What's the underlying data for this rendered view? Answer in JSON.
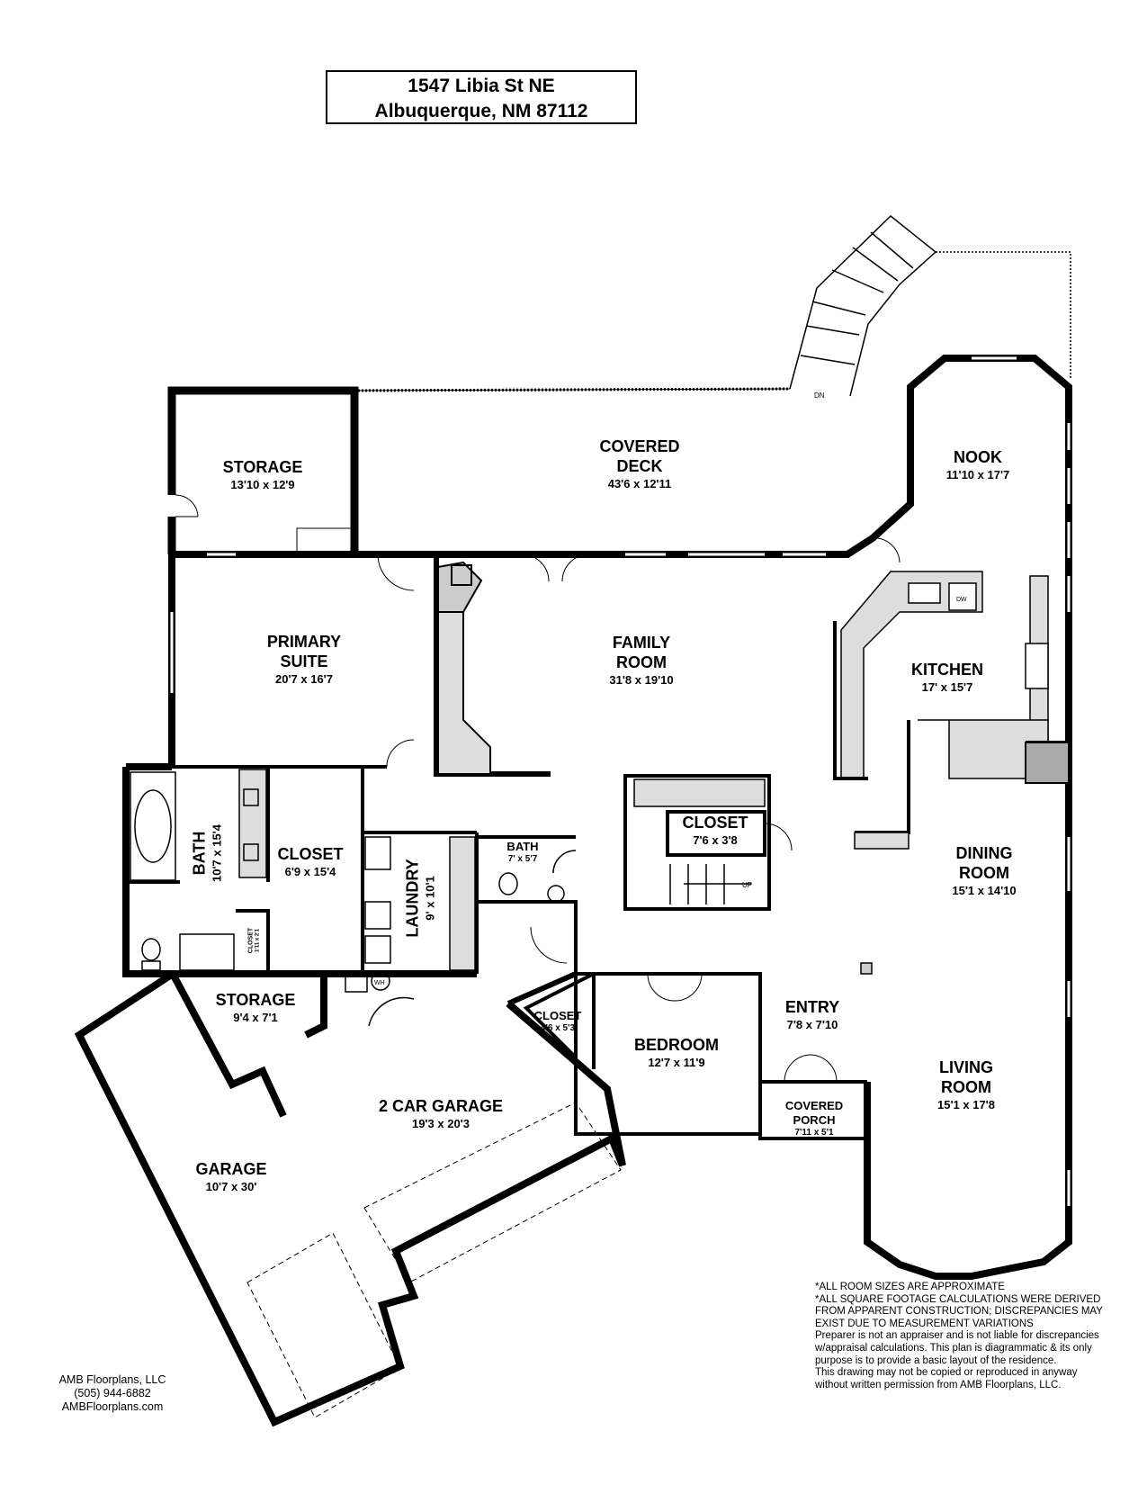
{
  "header": {
    "address_line1": "1547 Libia St NE",
    "address_line2": "Albuquerque, NM 87112"
  },
  "rooms": {
    "storage_upper": {
      "name": "STORAGE",
      "dims": "13'10 x 12'9"
    },
    "covered_deck": {
      "name_line1": "COVERED",
      "name_line2": "DECK",
      "dims": "43'6 x 12'11"
    },
    "nook": {
      "name": "NOOK",
      "dims": "11'10 x 17'7"
    },
    "primary_suite": {
      "name_line1": "PRIMARY",
      "name_line2": "SUITE",
      "dims": "20'7 x 16'7"
    },
    "family_room": {
      "name_line1": "FAMILY",
      "name_line2": "ROOM",
      "dims": "31'8 x 19'10"
    },
    "kitchen": {
      "name": "KITCHEN",
      "dims": "17' x 15'7"
    },
    "bath_primary": {
      "name": "BATH",
      "dims": "10'7 x 15'4"
    },
    "closet_primary": {
      "name": "CLOSET",
      "dims": "6'9 x 15'4"
    },
    "closet_small": {
      "name": "CLOSET",
      "dims": "1'11 x 2'1"
    },
    "laundry": {
      "name": "LAUNDRY",
      "dims": "9' x 10'1"
    },
    "bath_small": {
      "name": "BATH",
      "dims": "7' x 5'7"
    },
    "closet_stair": {
      "name": "CLOSET",
      "dims": "7'6 x 3'8"
    },
    "dining_room": {
      "name_line1": "DINING",
      "name_line2": "ROOM",
      "dims": "15'1 x 14'10"
    },
    "storage_lower": {
      "name": "STORAGE",
      "dims": "9'4 x 7'1"
    },
    "closet_bedroom": {
      "name": "CLOSET",
      "dims": "4'6 x 5'3"
    },
    "bedroom": {
      "name": "BEDROOM",
      "dims": "12'7 x 11'9"
    },
    "entry": {
      "name": "ENTRY",
      "dims": "7'8 x 7'10"
    },
    "living_room": {
      "name_line1": "LIVING",
      "name_line2": "ROOM",
      "dims": "15'1 x 17'8"
    },
    "two_car_garage": {
      "name": "2 CAR GARAGE",
      "dims": "19'3 x 20'3"
    },
    "covered_porch": {
      "name_line1": "COVERED",
      "name_line2": "PORCH",
      "dims": "7'11 x 5'1"
    },
    "garage": {
      "name": "GARAGE",
      "dims": "10'7 x 30'"
    }
  },
  "fixtures": {
    "stair_down": "DN",
    "stair_up": "UP",
    "dishwasher": "DW",
    "water_heater": "WH"
  },
  "notes": {
    "line1": "*ALL ROOM SIZES ARE APPROXIMATE",
    "line2": "*ALL SQUARE FOOTAGE CALCULATIONS WERE DERIVED FROM APPARENT CONSTRUCTION; DISCREPANCIES MAY EXIST DUE TO MEASUREMENT VARIATIONS",
    "line3": "Preparer is not an appraiser and is not liable for discrepancies w/appraisal calculations.  This plan is diagrammatic & its only purpose is to provide a basic layout of the residence.",
    "line4": "This drawing may not be copied or reproduced in anyway without written permission from AMB Floorplans, LLC."
  },
  "company": {
    "name": "AMB Floorplans, LLC",
    "phone": "(505) 944-6882",
    "website": "AMBFloorplans.com"
  }
}
